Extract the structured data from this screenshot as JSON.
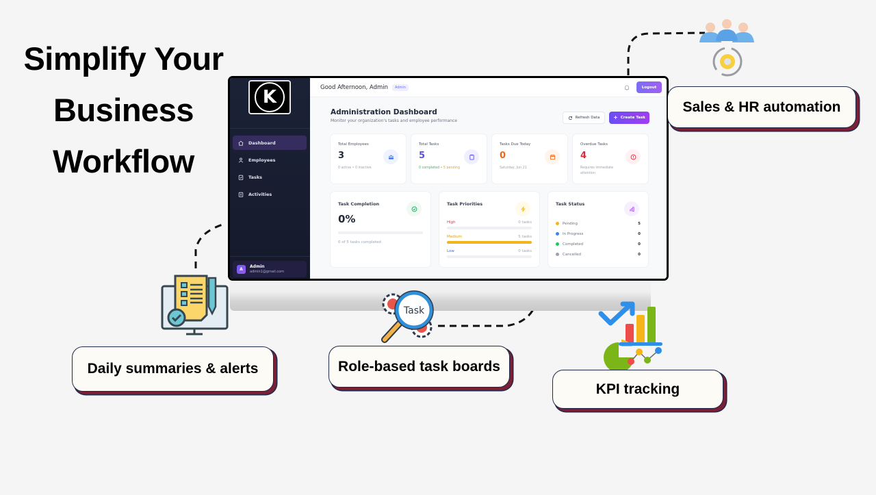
{
  "headline": {
    "lines": [
      "Simplify Your",
      "Business",
      "Workflow"
    ]
  },
  "features": {
    "sales_hr": "Sales & HR automation",
    "daily": "Daily summaries & alerts",
    "task_boards": "Role-based task boards",
    "kpi": "KPI tracking",
    "task_icon_label": "Task"
  },
  "app": {
    "logo_letter": "K",
    "sidebar": {
      "items": [
        {
          "label": "Dashboard",
          "icon": "home-icon",
          "active": true
        },
        {
          "label": "Employees",
          "icon": "users-icon",
          "active": false
        },
        {
          "label": "Tasks",
          "icon": "clipboard-check-icon",
          "active": false
        },
        {
          "label": "Activities",
          "icon": "clipboard-list-icon",
          "active": false
        }
      ],
      "user": {
        "initial": "A",
        "name": "Admin",
        "email": "admin1@gmail.com"
      }
    },
    "topbar": {
      "greeting": "Good Afternoon, Admin",
      "role_badge": "Admin",
      "logout_label": "Logout"
    },
    "header": {
      "title": "Administration Dashboard",
      "subtitle": "Monitor your organization's tasks and employee performance",
      "refresh_label": "Refresh Data",
      "create_label": "Create Task"
    },
    "stats": [
      {
        "label": "Total Employees",
        "value": "3",
        "sub": "0 active • 0 inactive",
        "color": "#1f2937",
        "icon": "team-icon"
      },
      {
        "label": "Total Tasks",
        "value": "5",
        "sub_completed": "0 completed",
        "sub_sep": " • ",
        "sub_pending": "5 pending",
        "color": "#5b50e6",
        "icon": "clipboard-icon"
      },
      {
        "label": "Tasks Due Today",
        "value": "0",
        "sub": "Saturday, Jun 21",
        "color": "#ea6a1c",
        "icon": "calendar-icon"
      },
      {
        "label": "Overdue Tasks",
        "value": "4",
        "sub": "Requires immediate attention",
        "color": "#dc2b3b",
        "icon": "alert-circle-icon"
      }
    ],
    "completion": {
      "title": "Task Completion",
      "percent": "0%",
      "progress": 0,
      "caption": "0 of 5 tasks completed"
    },
    "priorities": {
      "title": "Task Priorities",
      "rows": [
        {
          "name": "High",
          "count": "0 tasks",
          "value": 0,
          "color": "#e0344b"
        },
        {
          "name": "Medium",
          "count": "5 tasks",
          "value": 100,
          "color": "#f2b51c"
        },
        {
          "name": "Low",
          "count": "0 tasks",
          "value": 0,
          "color": "#3b6fe0"
        }
      ]
    },
    "status": {
      "title": "Task Status",
      "rows": [
        {
          "name": "Pending",
          "count": "5",
          "color": "#f5b41a"
        },
        {
          "name": "In Progress",
          "count": "0",
          "color": "#3b82f6"
        },
        {
          "name": "Completed",
          "count": "0",
          "color": "#22c55e"
        },
        {
          "name": "Cancelled",
          "count": "0",
          "color": "#9ca3af"
        }
      ]
    }
  }
}
